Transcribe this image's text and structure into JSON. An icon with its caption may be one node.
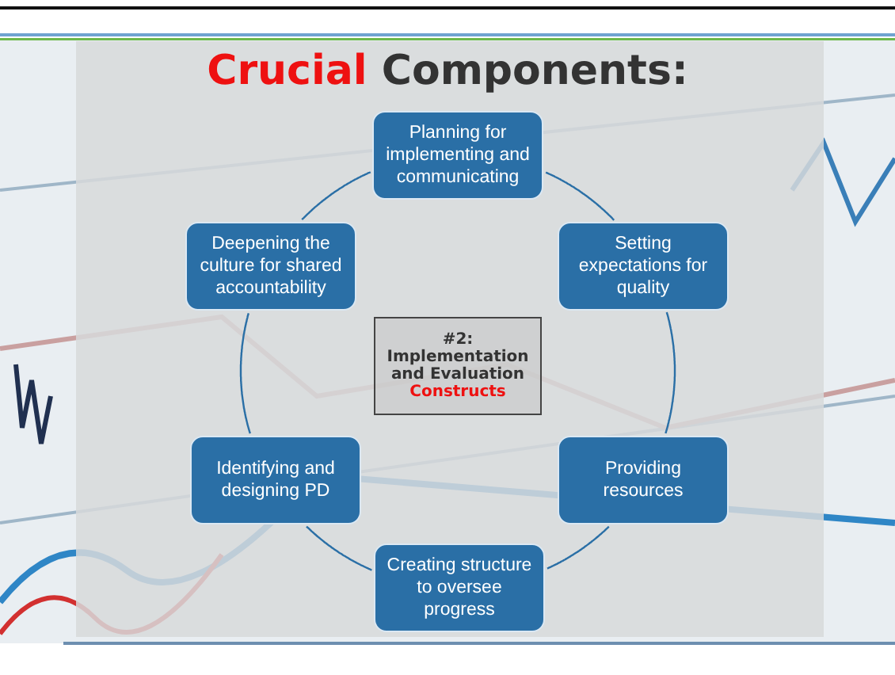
{
  "diagram": {
    "title": "Crucial Components:",
    "nodes": [
      {
        "text": [
          "Planning for implementing and communicating"
        ]
      },
      {
        "text": [
          "Deepening the culture for shared accountability"
        ]
      },
      {
        "text": [
          "Setting expectations for quality"
        ]
      },
      {
        "text": [
          "#2: Implementation and Evaluation",
          "Constructs"
        ]
      },
      {
        "text": [
          "Identifying and designing PD"
        ]
      },
      {
        "text": [
          "Providing resources"
        ]
      },
      {
        "text": [
          "Creating structure to oversee progress"
        ]
      }
    ],
    "edges": [
      {
        "from": 0,
        "to": 2,
        "arrow": "none"
      },
      {
        "from": 2,
        "to": 5,
        "arrow": "none"
      },
      {
        "from": 5,
        "to": 6,
        "arrow": "none"
      },
      {
        "from": 6,
        "to": 4,
        "arrow": "none"
      },
      {
        "from": 4,
        "to": 1,
        "arrow": "none"
      },
      {
        "from": 1,
        "to": 0,
        "arrow": "none"
      }
    ]
  }
}
